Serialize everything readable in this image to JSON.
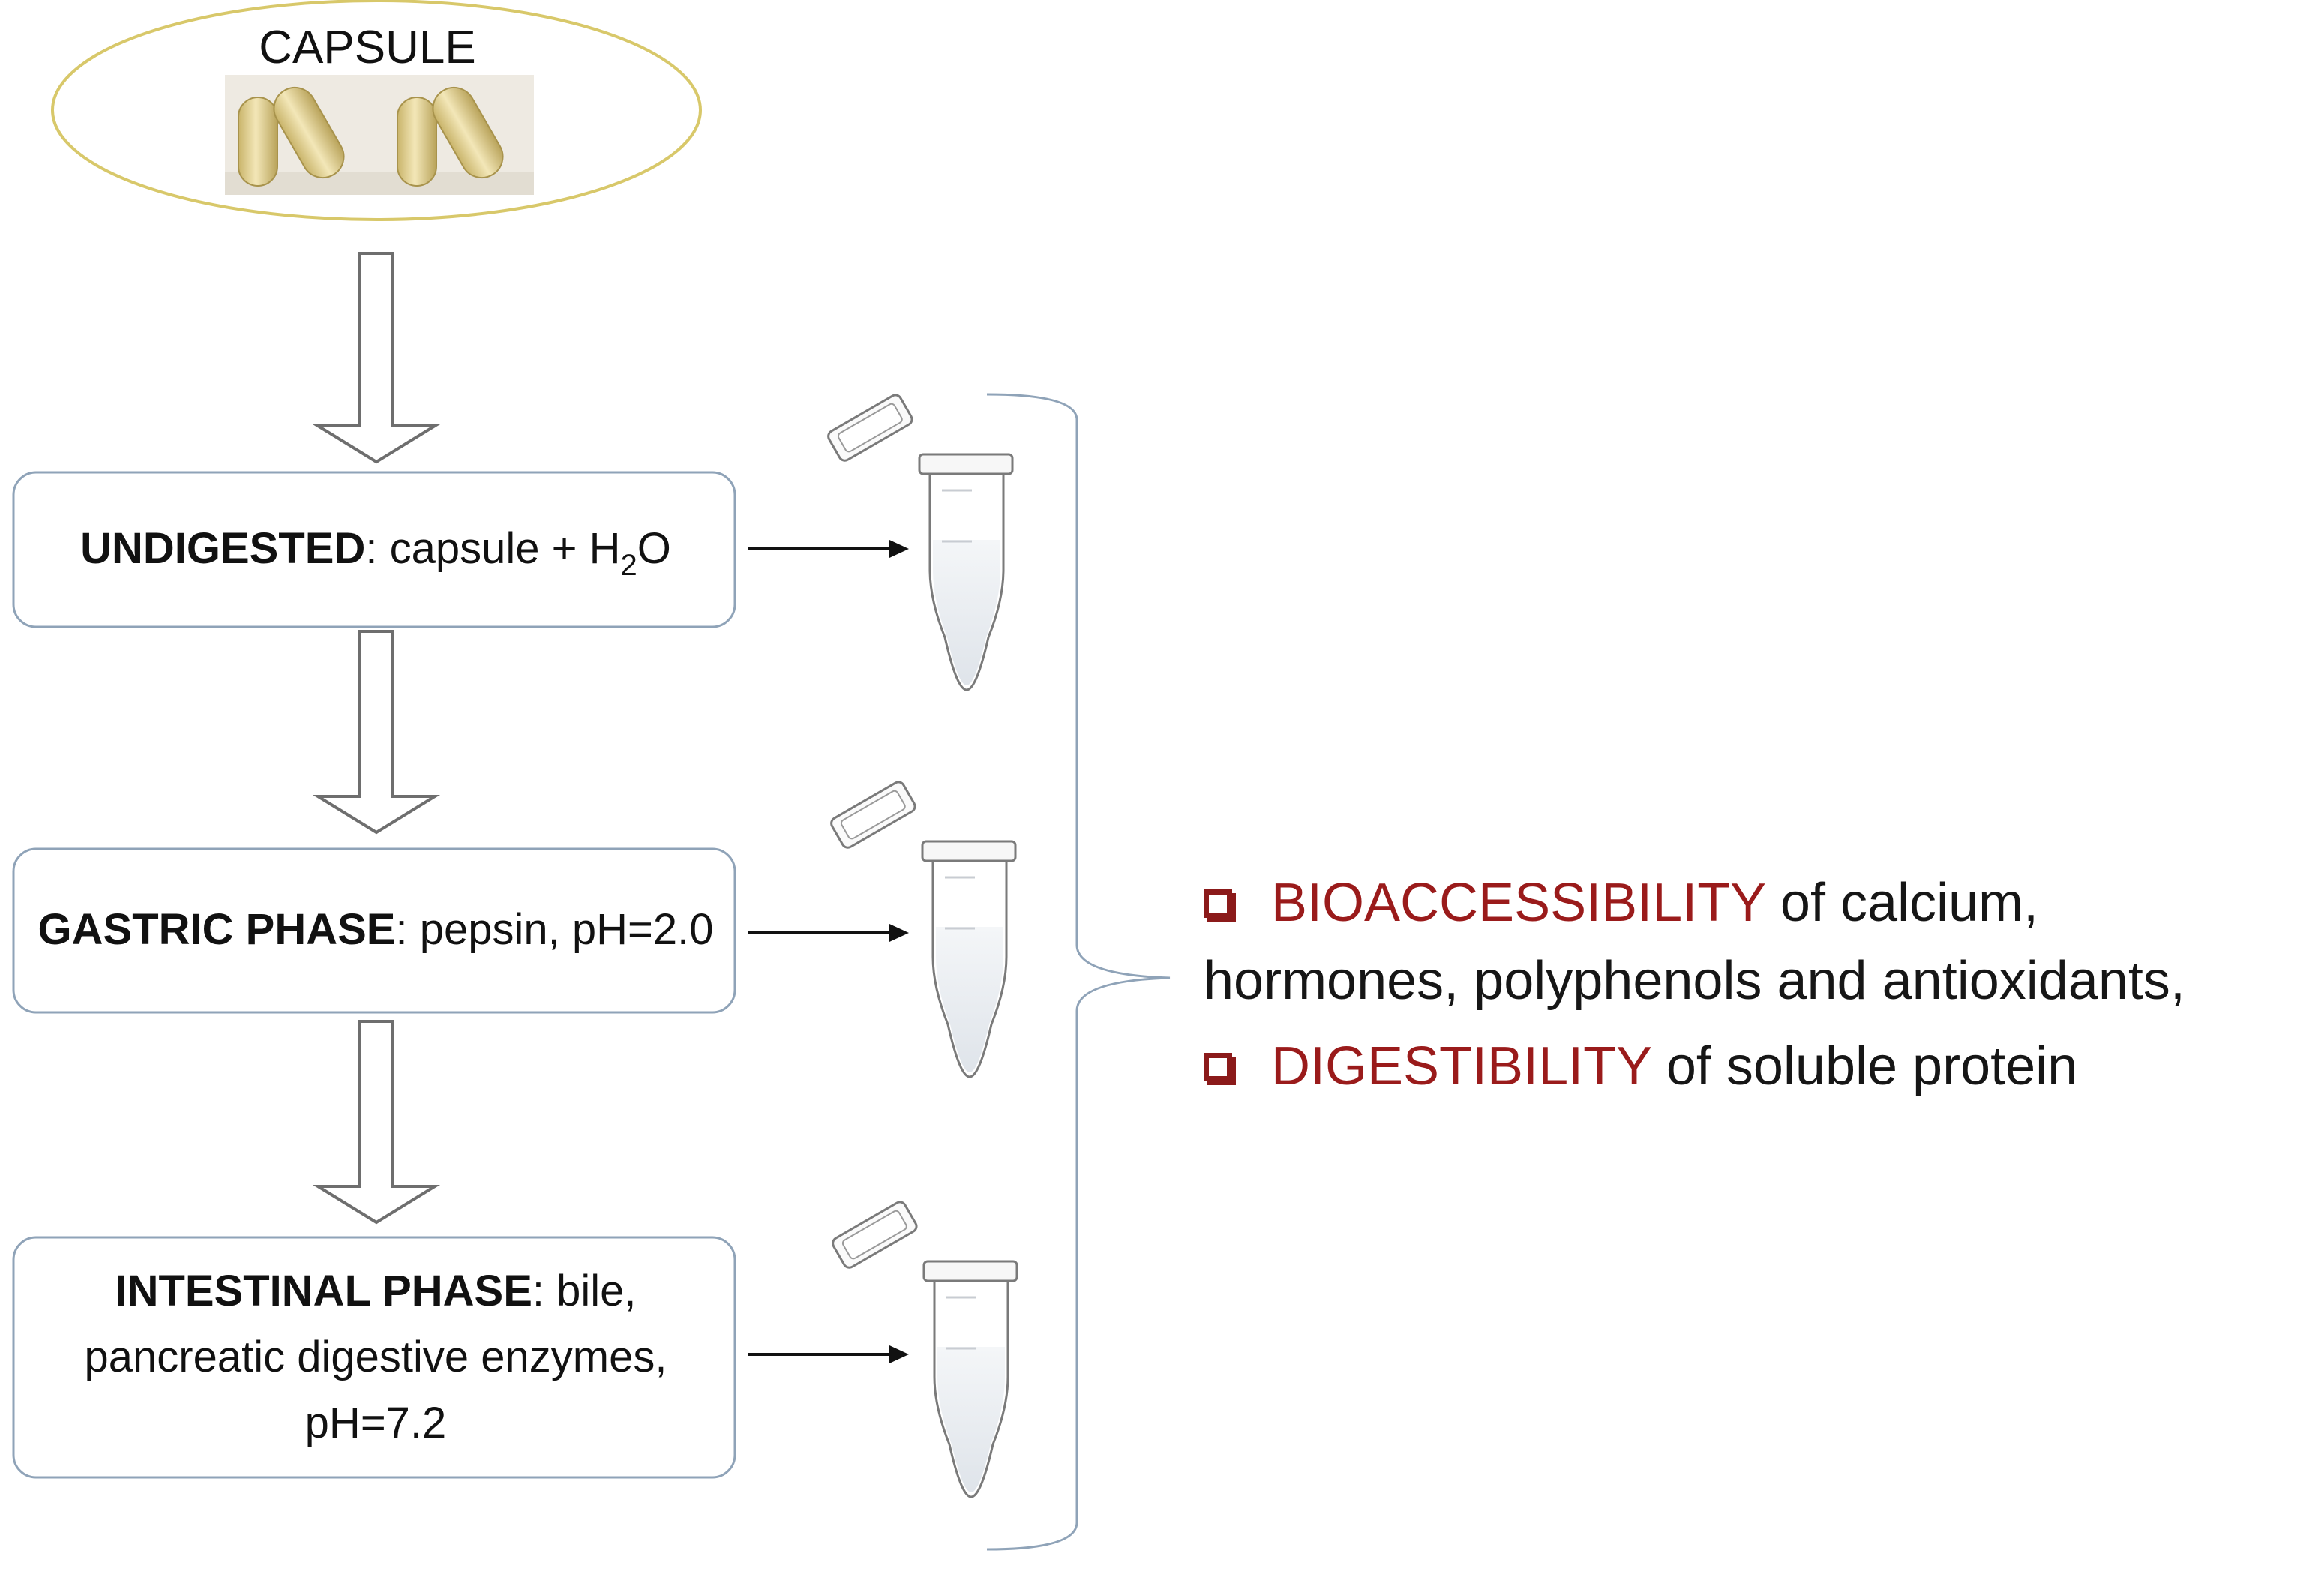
{
  "capsule": {
    "label": "CAPSULE"
  },
  "phases": [
    {
      "bold": "UNDIGESTED",
      "text_before_sub": ": capsule + H",
      "subscript": "2",
      "text_after_sub": "O"
    },
    {
      "bold": "GASTRIC PHASE",
      "text": ": pepsin, pH=2.0"
    },
    {
      "bold": "INTESTINAL PHASE",
      "line1_rest": ": bile,",
      "line2": "pancreatic digestive enzymes,",
      "line3": "pH=7.2"
    }
  ],
  "results": {
    "item1_highlight": "BIOACCESSIBILITY",
    "item1_rest": " of calcium,",
    "item1_line2": "hormones, polyphenols and antioxidants,",
    "item2_highlight": "DIGESTIBILITY",
    "item2_rest": " of soluble protein"
  },
  "colors": {
    "ellipse_border": "#d8c86a",
    "box_border": "#8fa3b8",
    "brace": "#8fa3b8",
    "highlight": "#9a1b1b",
    "capsule_fill": "#e8d9a0"
  },
  "icons": [
    "capsule-photo",
    "microtube-icon",
    "hollow-down-arrow",
    "right-arrow",
    "curly-brace",
    "checkbox-bullet"
  ]
}
